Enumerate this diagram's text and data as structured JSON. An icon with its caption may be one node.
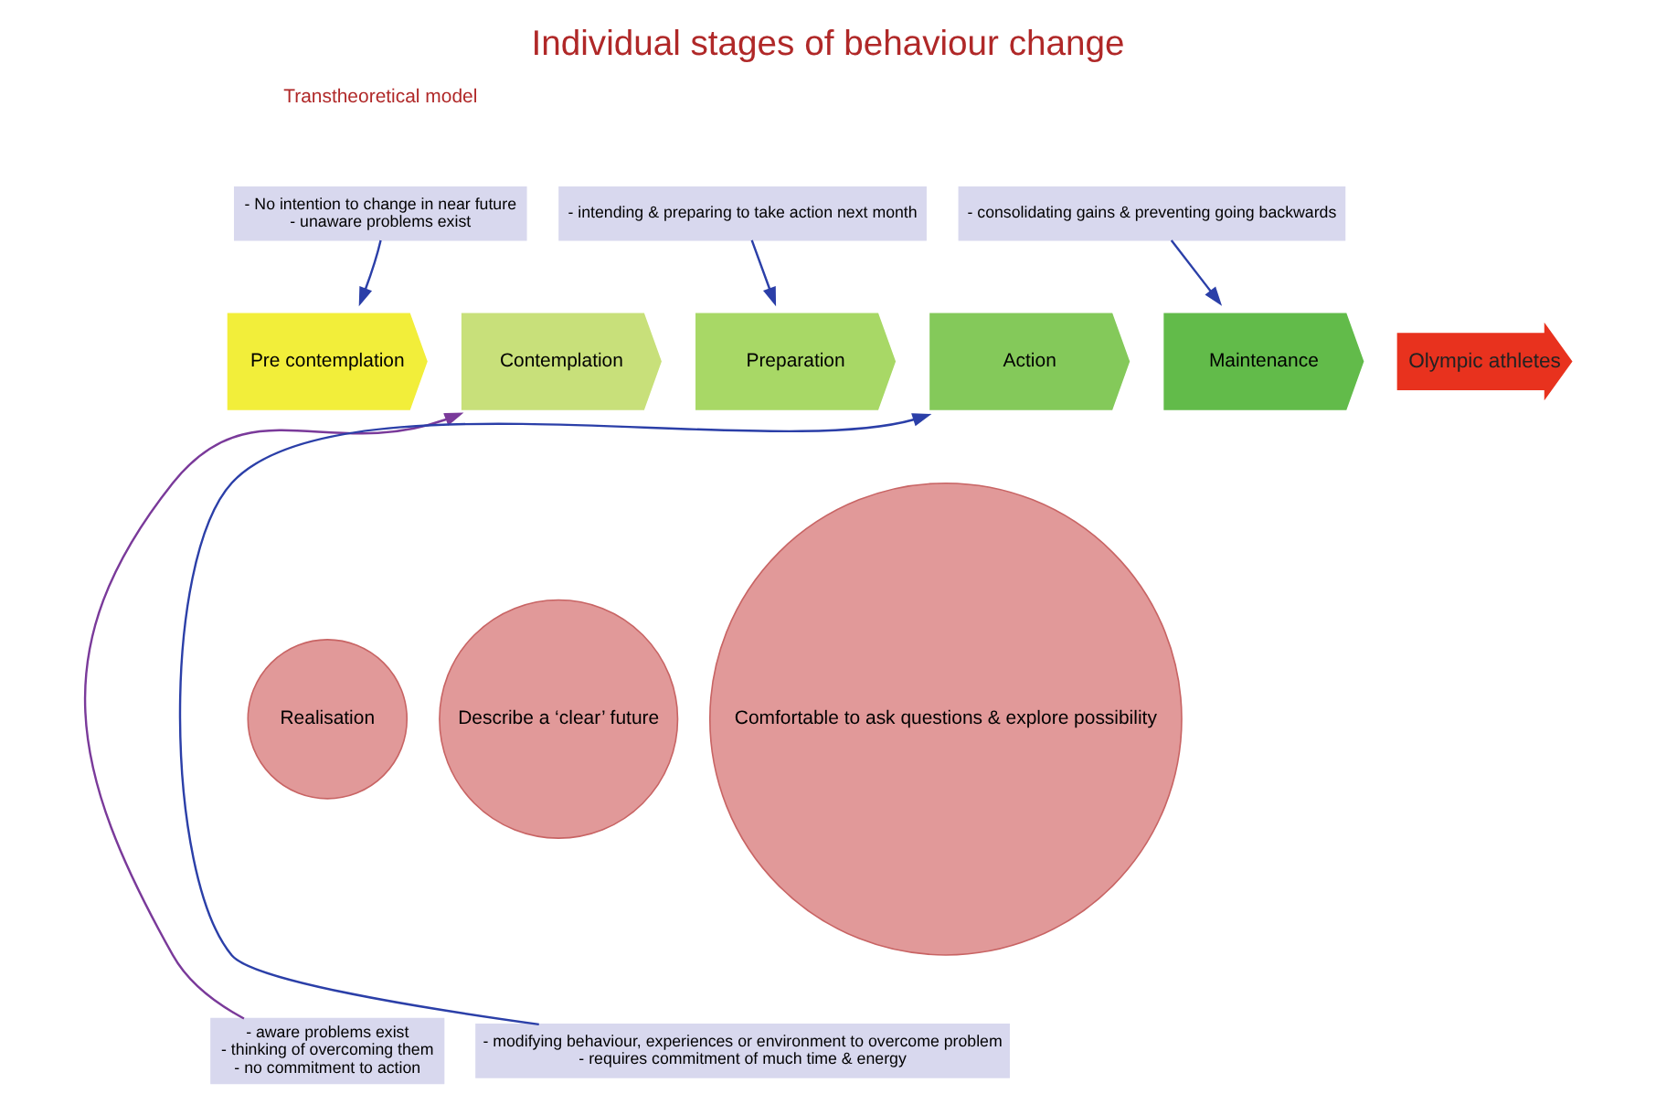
{
  "diagram": {
    "title": "Individual stages of behaviour change",
    "nodes": [
      {
        "text": [
          "- No intention to change in near future",
          "- unaware problems exist"
        ]
      },
      {
        "text": [
          "- intending & preparing to take action next month"
        ]
      },
      {
        "text": [
          "- consolidating gains & preventing going backwards"
        ]
      },
      {
        "text": [
          "Pre contemplation"
        ]
      },
      {
        "text": [
          "Contemplation"
        ]
      },
      {
        "text": [
          "Preparation"
        ]
      },
      {
        "text": [
          "Action"
        ]
      },
      {
        "text": [
          "Maintenance"
        ]
      },
      {
        "text": [
          "Olympic athletes"
        ]
      },
      {
        "text": [
          "Realisation"
        ]
      },
      {
        "text": [
          "Describe a ‘clear’ future"
        ]
      },
      {
        "text": [
          "Comfortable to ask questions & explore possibility"
        ]
      },
      {
        "text": [
          "- aware problems exist",
          "- thinking of overcoming them",
          "- no commitment to action"
        ]
      },
      {
        "text": [
          "- modifying behaviour, experiences or environment to overcome problem",
          "- requires commitment of much time & energy"
        ]
      }
    ],
    "edges": [
      {
        "from": 0,
        "to": 3,
        "arrow": "to"
      },
      {
        "from": 1,
        "to": 5,
        "arrow": "to"
      },
      {
        "from": 2,
        "to": 7,
        "arrow": "to"
      },
      {
        "from": 12,
        "to": 4,
        "arrow": "to",
        "color": "#7a3a9a"
      },
      {
        "from": 13,
        "to": 6,
        "arrow": "to"
      }
    ],
    "labels": [
      "Transtheoretical model"
    ]
  }
}
